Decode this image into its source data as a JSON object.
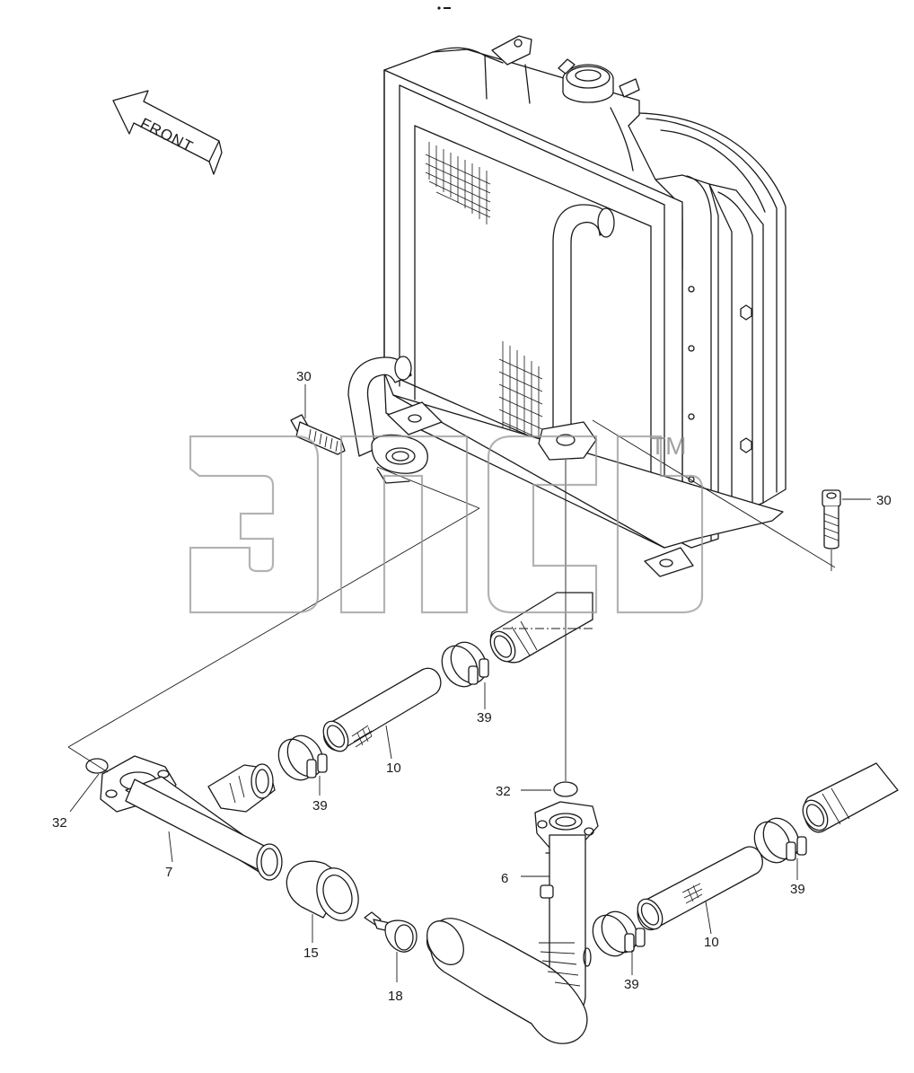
{
  "orientation": {
    "front_label": "FRONT"
  },
  "callouts": {
    "bolt_left": "30",
    "bolt_right": "30",
    "oring_left": "32",
    "oring_right": "32",
    "pipe_tee": "7",
    "elbow_pipe": "6",
    "hose_upper": "10",
    "hose_lower": "10",
    "clamp_upper_right": "39",
    "clamp_upper_left": "39",
    "clamp_lower_left": "39",
    "clamp_lower_right": "39",
    "sleeve": "15",
    "sensor": "18"
  },
  "watermark": {
    "tm": "TM"
  }
}
